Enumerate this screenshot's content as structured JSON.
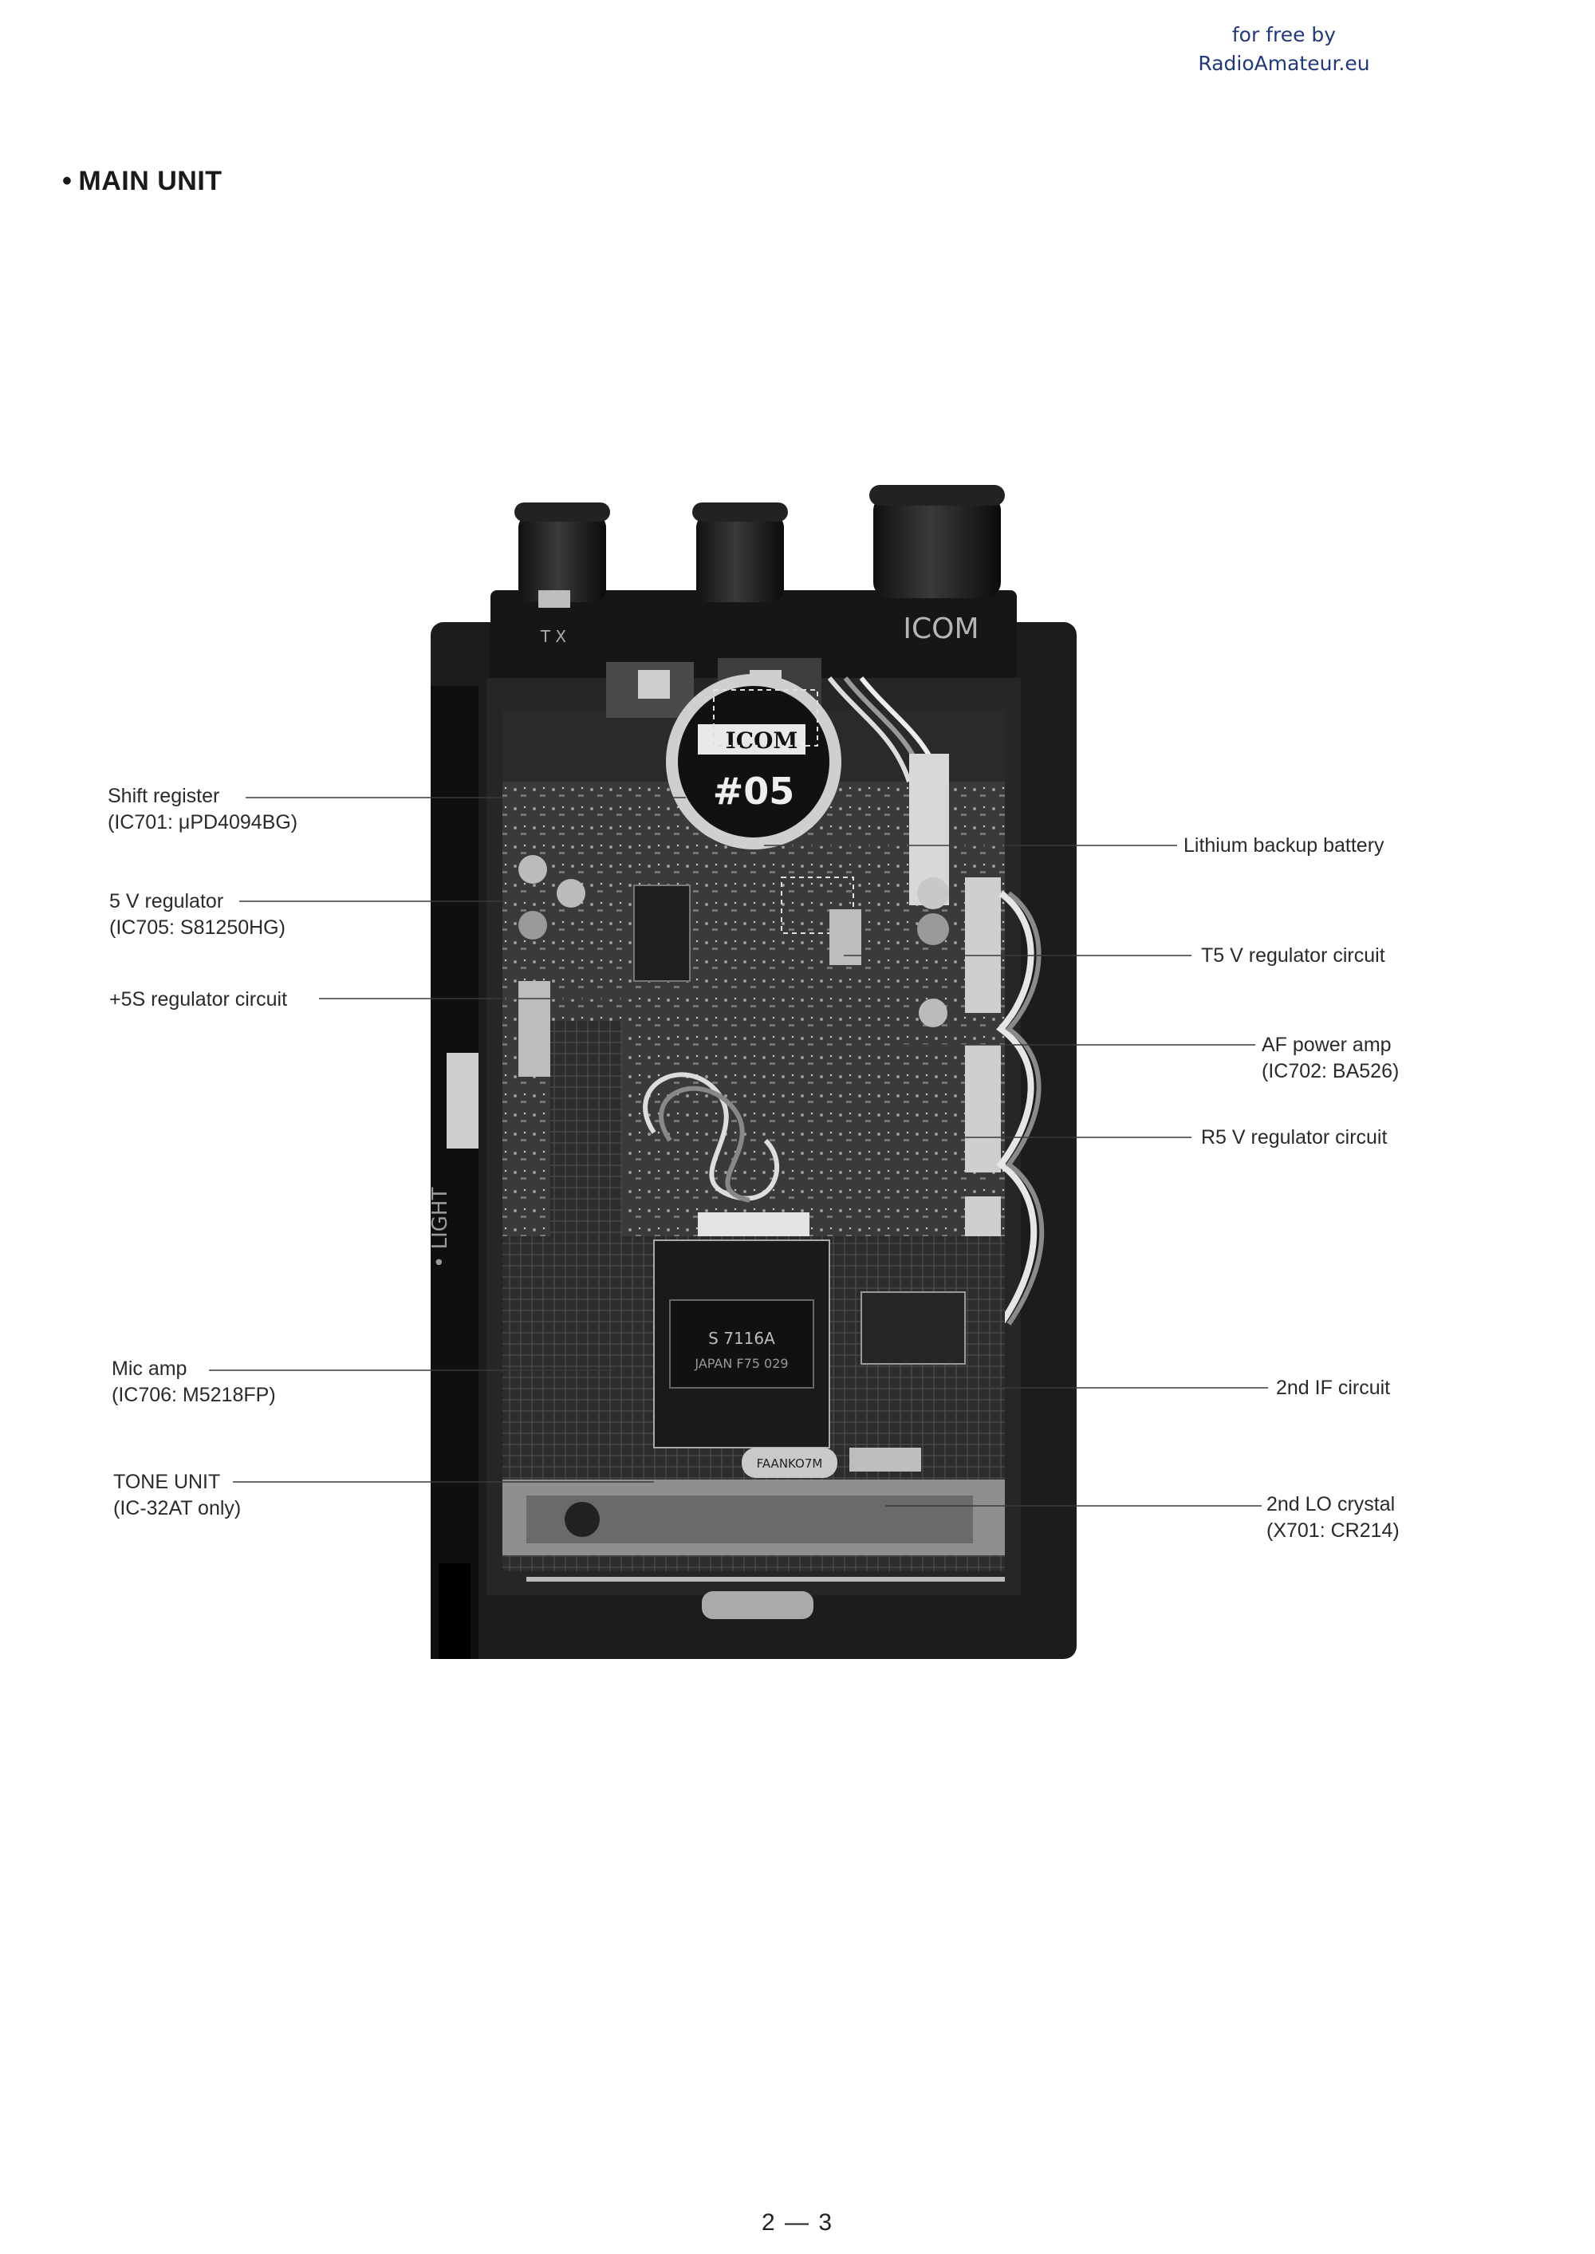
{
  "watermark": {
    "line1": "for free by",
    "line2": "RadioAmateur.eu"
  },
  "section": {
    "bullet": "•",
    "title": "MAIN UNIT"
  },
  "photo": {
    "tx_label": "T X",
    "brand": "ICOM",
    "side_label": "• LIGHT",
    "battery_brand": "ICOM",
    "battery_number": "#05",
    "chip_marking_1": "S 7116A",
    "chip_marking_2": "JAPAN F75 029",
    "crystal_marking": "FAANKO7M"
  },
  "labels": {
    "shift_register": {
      "title": "Shift register",
      "sub": "(IC701: μPD4094BG)"
    },
    "five_v_regulator": {
      "title": "5 V regulator",
      "sub": "(IC705: S81250HG)"
    },
    "plus5s_regulator": {
      "title": "+5S regulator circuit"
    },
    "mic_amp": {
      "title": "Mic amp",
      "sub": "(IC706: M5218FP)"
    },
    "tone_unit": {
      "title": "TONE UNIT",
      "sub": "(IC-32AT only)"
    },
    "lithium_battery": {
      "title": "Lithium backup battery"
    },
    "t5v_regulator": {
      "title": "T5 V regulator circuit"
    },
    "af_power_amp": {
      "title": "AF power amp",
      "sub": "(IC702: BA526)"
    },
    "r5v_regulator": {
      "title": "R5 V regulator circuit"
    },
    "second_if": {
      "title": "2nd IF circuit"
    },
    "second_lo": {
      "title": "2nd LO crystal",
      "sub": "(X701: CR214)"
    }
  },
  "page_number": "2 — 3"
}
